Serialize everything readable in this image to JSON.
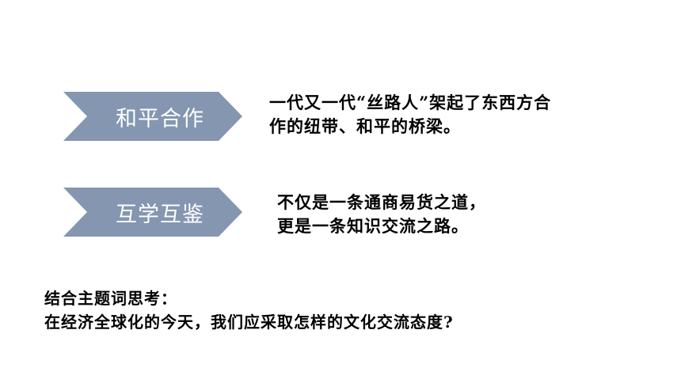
{
  "items": [
    {
      "label": "和平合作",
      "lines": [
        "一代又一代“丝路人”架起了东西方合",
        "作的纽带、和平的桥梁。"
      ]
    },
    {
      "label": "互学互鉴",
      "lines": [
        "不仅是一条通商易货之道，",
        "更是一条知识交流之路。"
      ]
    }
  ],
  "question": {
    "line1": "结合主题词思考：",
    "line2": "在经济全球化的今天，我们应采取怎样的文化交流态度?"
  },
  "colors": {
    "chevron": "#8496b0"
  }
}
